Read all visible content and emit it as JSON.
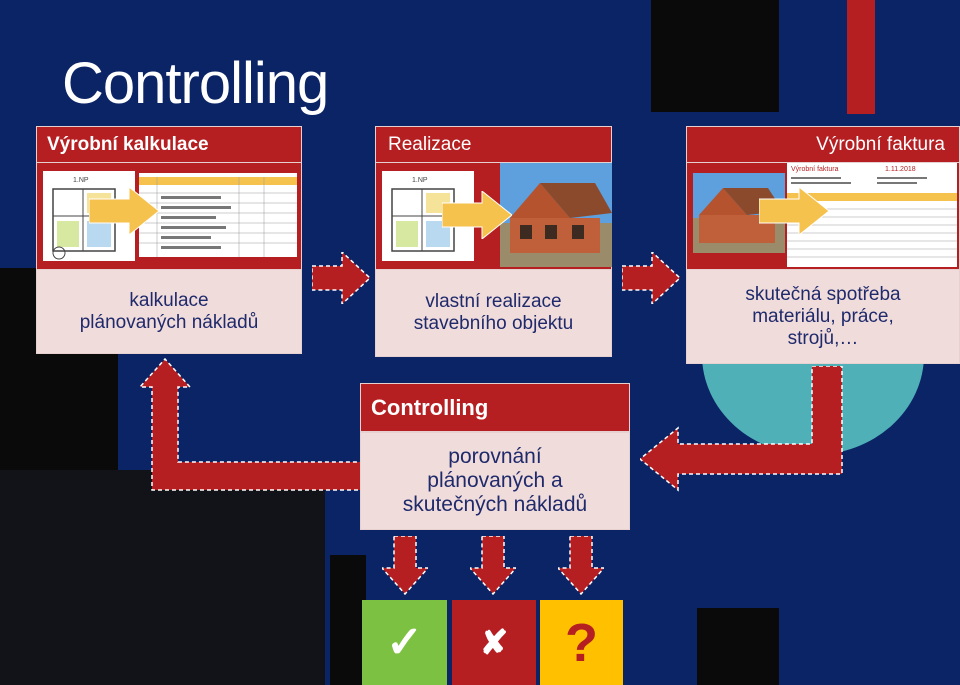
{
  "title": "Controlling",
  "cards": {
    "kalkulace": {
      "heading": "Výrobní kalkulace",
      "line1": "kalkulace",
      "line2": "plánovaných nákladů"
    },
    "realizace": {
      "heading": "Realizace",
      "line1": "vlastní realizace",
      "line2": "stavebního objektu"
    },
    "faktura": {
      "heading": "Výrobní faktura",
      "line1": "skutečná spotřeba",
      "line2": "materiálu, práce,",
      "line3": "strojů,…"
    },
    "controlling": {
      "heading": "Controlling",
      "line1": "porovnání",
      "line2": "plánovaných a",
      "line3": "skutečných nákladů"
    }
  },
  "invoice_doc": {
    "heading": "Výrobní faktura",
    "date": "1.11.2018"
  },
  "outcomes": [
    {
      "symbol": "✓",
      "color": "#7dc142"
    },
    {
      "symbol": "✘",
      "color": "#b51f22"
    },
    {
      "symbol": "?",
      "color": "#ffc000"
    }
  ],
  "colors": {
    "background": "#0b2466",
    "accent_red": "#b51f22",
    "teal": "#4fb0b7",
    "card_light": "#f1dcdc",
    "arrow_yellow": "#f6c24e"
  }
}
